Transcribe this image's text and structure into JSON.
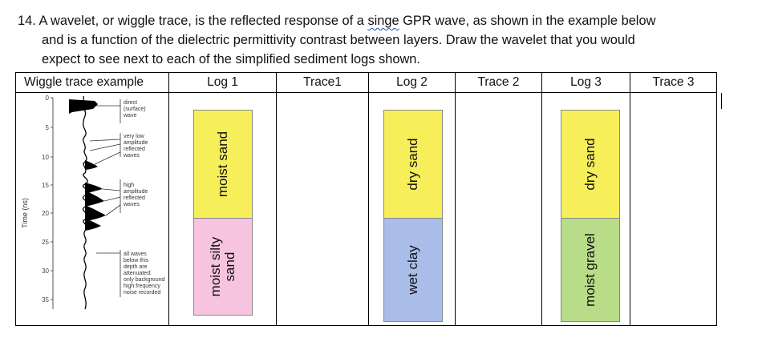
{
  "question": {
    "number": "14.",
    "line1_before": "A wavelet, or wiggle trace, is the reflected response of a ",
    "line1_typo": "singe",
    "line1_after": " GPR wave, as shown in the example below",
    "line2": "and is a function of the dielectric permittivity contrast between layers. Draw the wavelet that you would",
    "line3": "expect to see next to each of the simplified sediment logs shown."
  },
  "table": {
    "headers": [
      "Wiggle trace example",
      "Log 1",
      "Trace1",
      "Log 2",
      "Trace 2",
      "Log 3",
      "Trace 3"
    ]
  },
  "example": {
    "axis_label": "Time (ns)",
    "ticks": [
      "0",
      "5",
      "10",
      "15",
      "20",
      "25",
      "30",
      "35"
    ],
    "annotations": {
      "a1": [
        "direct",
        "(surface)",
        "wave"
      ],
      "a2": [
        "very low",
        "amplitude",
        "reflected",
        "waves"
      ],
      "a3": [
        "high",
        "amplitude",
        "reflected",
        "waves"
      ],
      "a4": [
        "all waves",
        "below this",
        "depth are",
        "attenuated:",
        "only background",
        "high frequency",
        "noise recorded"
      ]
    }
  },
  "logs": {
    "log1": {
      "top": "moist sand",
      "bottom": "moist silty sand"
    },
    "log2": {
      "top": "dry sand",
      "bottom": "wet clay"
    },
    "log3": {
      "top": "dry sand",
      "bottom": "moist gravel"
    }
  },
  "colors": {
    "yellow": "#f6ef5a",
    "pink": "#f7c4df",
    "blue": "#a9bde8",
    "green": "#b9dc88"
  }
}
